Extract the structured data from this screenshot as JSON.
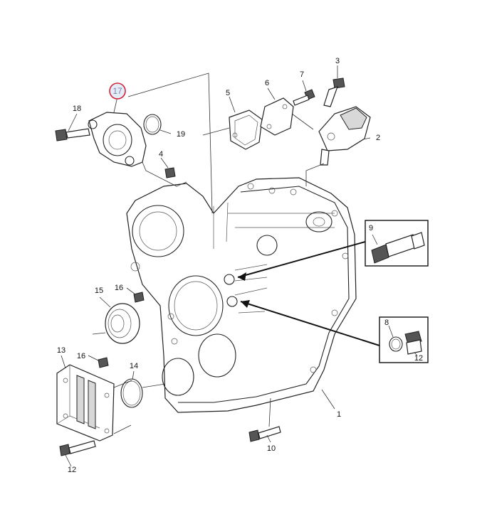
{
  "diagram": {
    "callouts": [
      {
        "id": "c1",
        "label": "1"
      },
      {
        "id": "c2",
        "label": "2"
      },
      {
        "id": "c3",
        "label": "3"
      },
      {
        "id": "c4",
        "label": "4"
      },
      {
        "id": "c5",
        "label": "5"
      },
      {
        "id": "c6",
        "label": "6"
      },
      {
        "id": "c7",
        "label": "7"
      },
      {
        "id": "c8",
        "label": "8"
      },
      {
        "id": "c9",
        "label": "9"
      },
      {
        "id": "c10",
        "label": "10"
      },
      {
        "id": "c12a",
        "label": "12"
      },
      {
        "id": "c12b",
        "label": "12"
      },
      {
        "id": "c13",
        "label": "13"
      },
      {
        "id": "c14",
        "label": "14"
      },
      {
        "id": "c15",
        "label": "15"
      },
      {
        "id": "c16a",
        "label": "16"
      },
      {
        "id": "c16b",
        "label": "16"
      },
      {
        "id": "c17",
        "label": "17",
        "highlighted": true
      },
      {
        "id": "c18",
        "label": "18"
      },
      {
        "id": "c19",
        "label": "19"
      }
    ],
    "highlight_color": "#d0243a"
  }
}
